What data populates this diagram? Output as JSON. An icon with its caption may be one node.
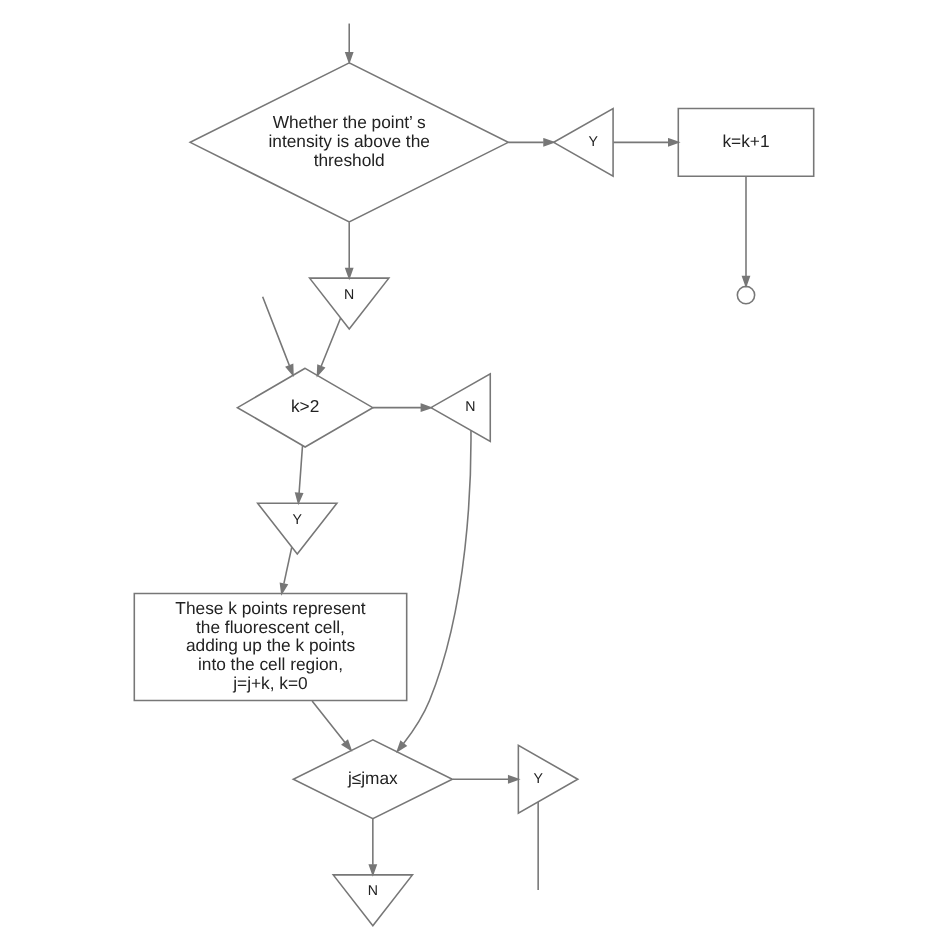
{
  "diagram": {
    "nodes": [
      {
        "text": [
          "Whether the point’ s intensity is above the threshold"
        ]
      },
      {
        "text": [
          "Y"
        ]
      },
      {
        "text": [
          "k=k+1"
        ]
      },
      {
        "text": [
          "N"
        ]
      },
      {
        "text": [
          "k>2"
        ]
      },
      {
        "text": [
          "N"
        ]
      },
      {
        "text": [
          "Y"
        ]
      },
      {
        "text": [
          "These k points represent the fluorescent cell, adding up the k points into the cell region, j=j+k, k=0"
        ]
      },
      {
        "text": [
          "j≤jmax"
        ]
      },
      {
        "text": [
          "Y"
        ]
      },
      {
        "text": [
          "N"
        ]
      },
      {
        "text": [],
        "shape": "circle"
      }
    ],
    "edges": [
      {
        "from": null,
        "to": 0,
        "arrow": "to"
      },
      {
        "from": 0,
        "to": 1,
        "arrow": "to"
      },
      {
        "from": 1,
        "to": 2,
        "arrow": "to"
      },
      {
        "from": 2,
        "to": 11,
        "arrow": "to"
      },
      {
        "from": 0,
        "to": 3,
        "arrow": "to"
      },
      {
        "from": 3,
        "to": 4,
        "arrow": "to"
      },
      {
        "from": null,
        "to": 4,
        "arrow": "to"
      },
      {
        "from": 4,
        "to": 5,
        "arrow": "to"
      },
      {
        "from": 4,
        "to": 6,
        "arrow": "to"
      },
      {
        "from": 6,
        "to": 7,
        "arrow": "to"
      },
      {
        "from": 7,
        "to": 8,
        "arrow": "to"
      },
      {
        "from": 5,
        "to": 8,
        "arrow": "to"
      },
      {
        "from": 8,
        "to": 9,
        "arrow": "to"
      },
      {
        "from": 8,
        "to": 10,
        "arrow": "to"
      },
      {
        "from": 9,
        "to": null,
        "arrow": "none"
      }
    ]
  }
}
